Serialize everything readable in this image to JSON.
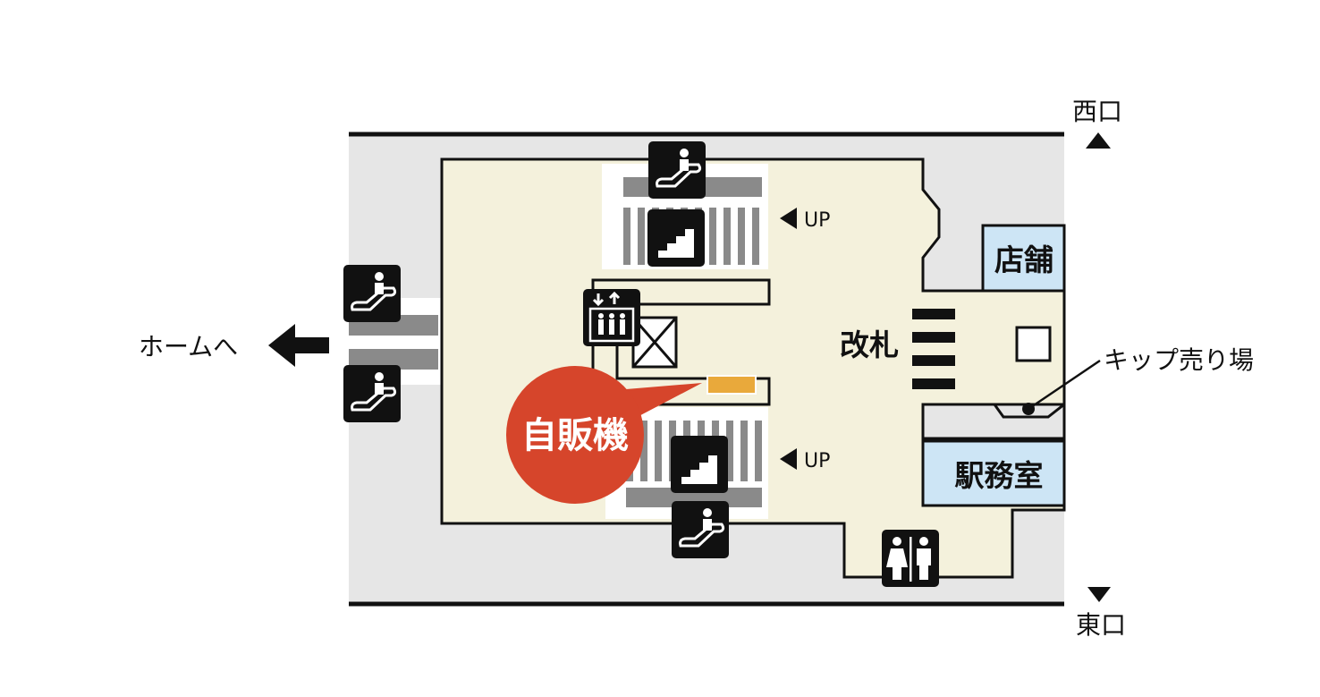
{
  "exits": {
    "west": "西口",
    "east": "東口"
  },
  "directions": {
    "to_platform": "ホームへ",
    "up_upper": "UP",
    "up_lower": "UP"
  },
  "rooms": {
    "shop": "店舗",
    "ticket_gate": "改札",
    "station_office": "駅務室"
  },
  "facilities": {
    "ticket_machine": "キップ売り場",
    "vending_machine": "自販機"
  },
  "icons": {
    "escalator": "escalator-icon",
    "stairs": "stairs-icon",
    "elevator": "elevator-icon",
    "restroom": "restroom-icon"
  },
  "colors": {
    "floor": "#f4f1dc",
    "outer_floor": "#e6e6e6",
    "room": "#cde5f5",
    "callout": "#d6452b",
    "vending": "#e9a93b",
    "stair_gray": "#8a8a8a"
  }
}
